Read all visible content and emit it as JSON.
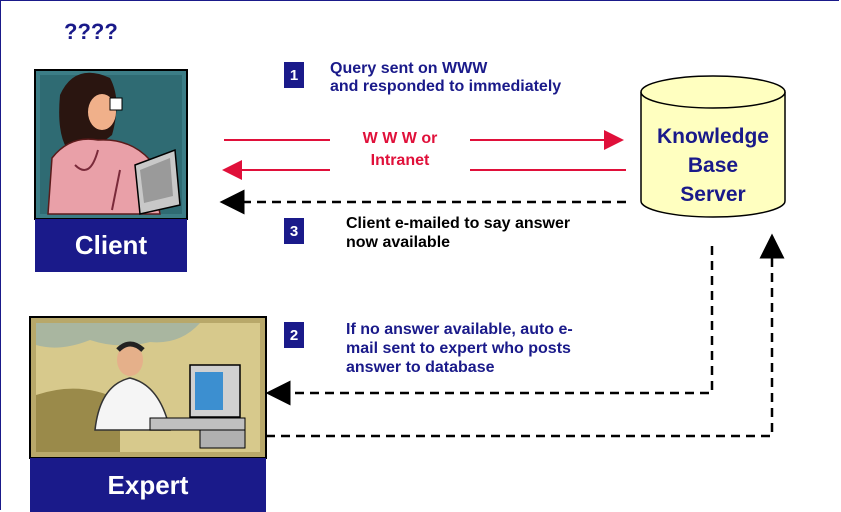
{
  "client": {
    "question": "????",
    "label": "Client"
  },
  "expert": {
    "label": "Expert"
  },
  "server": {
    "lines": [
      "Knowledge",
      "Base",
      "Server"
    ]
  },
  "network": {
    "lines": [
      "W W W or",
      "Intranet"
    ]
  },
  "steps": [
    {
      "number": "1",
      "lines": [
        "Query sent on WWW",
        "and responded to immediately"
      ]
    },
    {
      "number": "2",
      "lines": [
        "If no answer available, auto e-",
        "mail sent to expert who posts",
        "answer to database"
      ]
    },
    {
      "number": "3",
      "lines": [
        "Client e-mailed to say answer",
        "now available"
      ]
    }
  ],
  "colors": {
    "navy": "#1a1a8a",
    "red": "#e0103a",
    "server_fill": "#ffffc0"
  }
}
